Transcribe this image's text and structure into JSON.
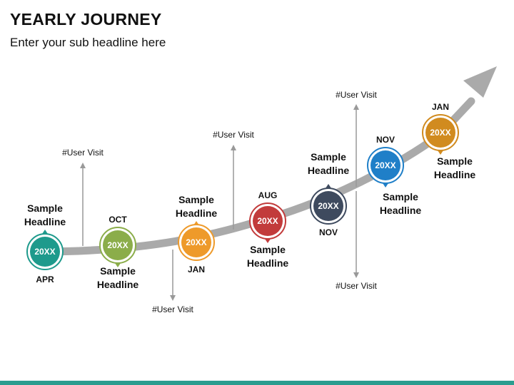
{
  "header": {
    "title": "YEARLY JOURNEY",
    "subtitle": "Enter your sub headline here"
  },
  "colors": {
    "path": "#aaaaaa",
    "connector": "#999999",
    "bottom_bar": "#2a9d8f"
  },
  "milestones": [
    {
      "year": "20XX",
      "month": "APR",
      "headline": [
        "Sample",
        "Headline"
      ],
      "color": "#1e9a8c",
      "dark": "#15746a",
      "pointer": "up"
    },
    {
      "year": "20XX",
      "month": "OCT",
      "headline": [
        "Sample",
        "Headline"
      ],
      "color": "#8bad4a",
      "dark": "#678433",
      "pointer": "down"
    },
    {
      "year": "20XX",
      "month": "JAN",
      "headline": [
        "Sample",
        "Headline"
      ],
      "color": "#ee9a2a",
      "dark": "#c0771a",
      "pointer": "up"
    },
    {
      "year": "20XX",
      "month": "AUG",
      "headline": [
        "Sample",
        "Headline"
      ],
      "color": "#c23b3b",
      "dark": "#932828",
      "pointer": "down"
    },
    {
      "year": "20XX",
      "month": "NOV",
      "headline": [
        "Sample",
        "Headline"
      ],
      "color": "#3e4a5e",
      "dark": "#2a3445",
      "pointer": "up"
    },
    {
      "year": "20XX",
      "month": "NOV",
      "headline": [
        "Sample",
        "Headline"
      ],
      "color": "#1f7fc8",
      "dark": "#13609a",
      "pointer": "down"
    },
    {
      "year": "20XX",
      "month": "JAN",
      "headline": [
        "Sample",
        "Headline"
      ],
      "color": "#d18b1f",
      "dark": "#a36a12",
      "pointer": "down"
    }
  ],
  "user_visits": [
    {
      "label": "#User Visit"
    },
    {
      "label": "#User Visit"
    },
    {
      "label": "#User Visit"
    },
    {
      "label": "#User Visit"
    },
    {
      "label": "#User Visit"
    }
  ]
}
